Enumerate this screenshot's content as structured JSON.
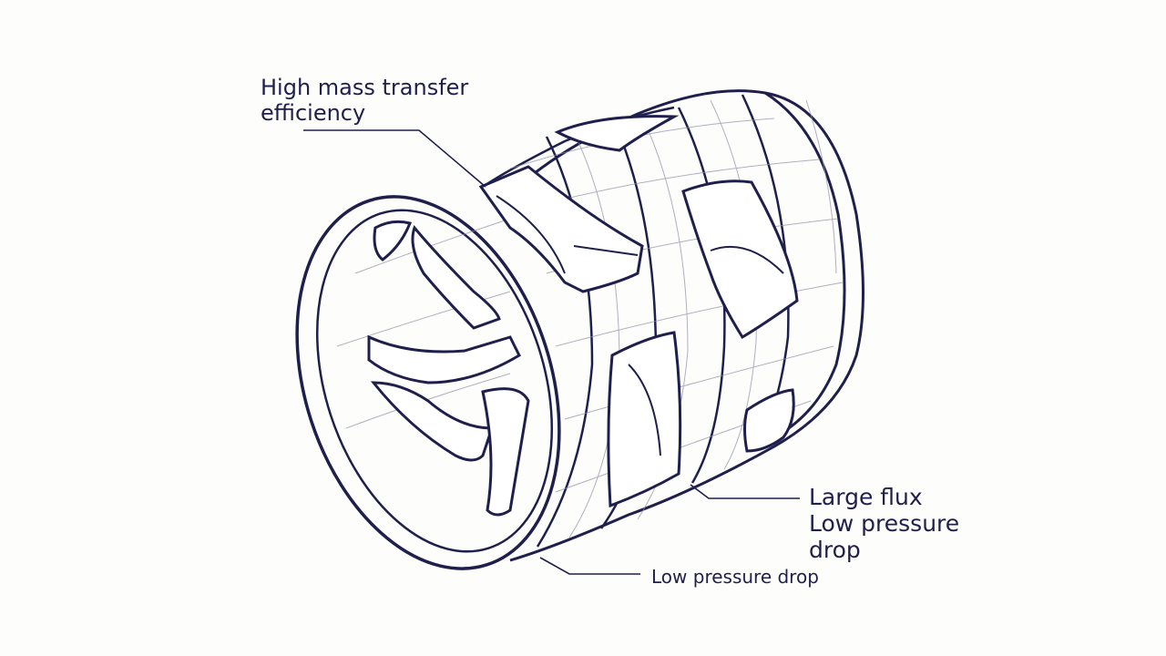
{
  "callouts": {
    "top": "High mass transfer\nefficiency",
    "right": "Large flux\nLow pressure\ndrop",
    "bottom": "Low pressure drop"
  },
  "colors": {
    "ink": "#1f1f4d",
    "grid": "#8f8fa8",
    "background": "#fdfdfb"
  }
}
